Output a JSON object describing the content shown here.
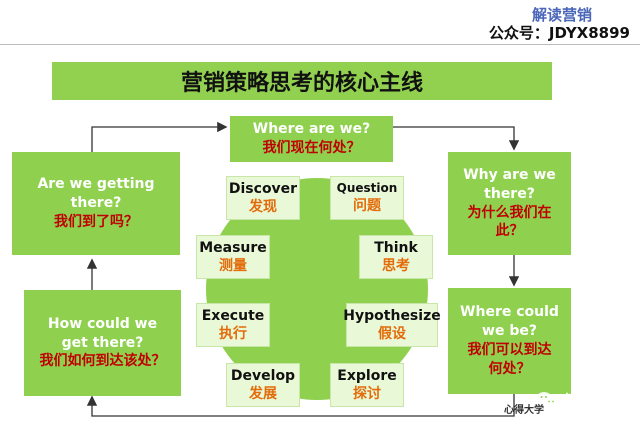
{
  "brand": {
    "name": "解读营销",
    "account": "公众号：JDYX8899"
  },
  "title": "营销策略思考的核心主线",
  "outer": {
    "top": {
      "en": "Where are we?",
      "zh": "我们现在何处？"
    },
    "right_top": {
      "en": "Why are we\nthere?",
      "zh": "为什么我们在\n此？"
    },
    "right_bottom": {
      "en": "Where could\nwe be?",
      "zh": "我们可以到达\n何处？"
    },
    "left_bottom": {
      "en": "How could we\nget there?",
      "zh": "我们如何到达该处？"
    },
    "left_top": {
      "en": "Are we getting there?",
      "zh": "我们到了吗？"
    }
  },
  "inner": {
    "discover": {
      "en": "Discover",
      "zh": "发现"
    },
    "question": {
      "en": "Question",
      "zh": "问题"
    },
    "measure": {
      "en": "Measure",
      "zh": "测量"
    },
    "think": {
      "en": "Think",
      "zh": "思考"
    },
    "execute": {
      "en": "Execute",
      "zh": "执行"
    },
    "hypothesize": {
      "en": "Hypothesize",
      "zh": "假设"
    },
    "develop": {
      "en": "Develop",
      "zh": "发展"
    },
    "explore": {
      "en": "Explore",
      "zh": "探讨"
    }
  },
  "watermark": {
    "label": "解读营销",
    "overlap": "心得大学"
  },
  "colors": {
    "green": "#8fd14f",
    "title_green": "#92d050",
    "red_text": "#c00000",
    "orange_text": "#e36c0a"
  }
}
